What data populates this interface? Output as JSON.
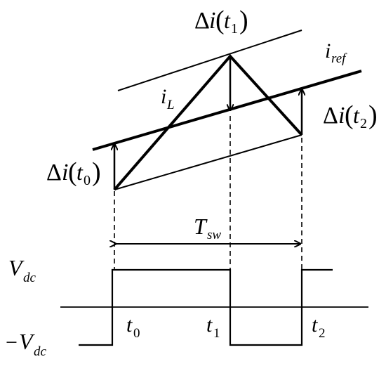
{
  "labels": {
    "delta": "Δ",
    "i": "i",
    "t": "t",
    "sub0": "0",
    "sub1": "1",
    "sub2": "2",
    "iref_main": "i",
    "iref_sub": "ref",
    "iL_main": "i",
    "iL_sub": "L",
    "tsw_main": "T",
    "tsw_sub": "sw",
    "vdc_main": "V",
    "vdc_sub": "dc",
    "neg_vdc_sign": "−",
    "neg_vdc_main": "V",
    "neg_vdc_sub": "dc",
    "t0_main": "t",
    "t0_sub": "0",
    "t1_main": "t",
    "t1_sub": "1",
    "t2_main": "t",
    "t2_sub": "2"
  }
}
